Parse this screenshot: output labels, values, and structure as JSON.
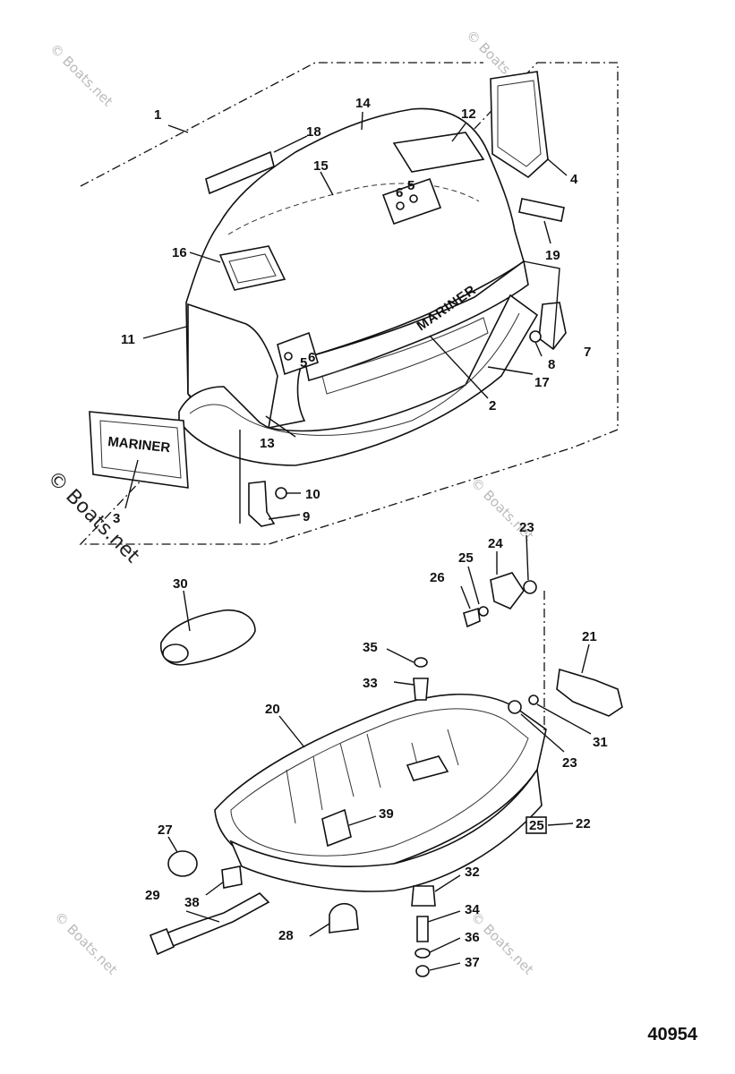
{
  "figure_number": "40954",
  "watermark_text": "© Boats.net",
  "callouts": {
    "c1": "1",
    "c2": "2",
    "c3": "3",
    "c4": "4",
    "c5a": "5",
    "c5b": "5",
    "c6a": "6",
    "c6b": "6",
    "c7": "7",
    "c8": "8",
    "c9": "9",
    "c10": "10",
    "c11": "11",
    "c12": "12",
    "c13": "13",
    "c14": "14",
    "c15": "15",
    "c16": "16",
    "c17": "17",
    "c18": "18",
    "c19": "19",
    "c20": "20",
    "c21": "21",
    "c22": "22",
    "c23a": "23",
    "c23b": "23",
    "c24": "24",
    "c25": "25",
    "c26": "26",
    "c27": "27",
    "c28": "28",
    "c29": "29",
    "c30": "30",
    "c31": "31",
    "c32": "32",
    "c33": "33",
    "c34": "34",
    "c35": "35",
    "c36": "36",
    "c37": "37",
    "c38": "38",
    "c39": "39"
  },
  "decal_text": {
    "cowl_brand": "MARINER",
    "decal_brand": "MARINER",
    "decal_25": "25"
  }
}
